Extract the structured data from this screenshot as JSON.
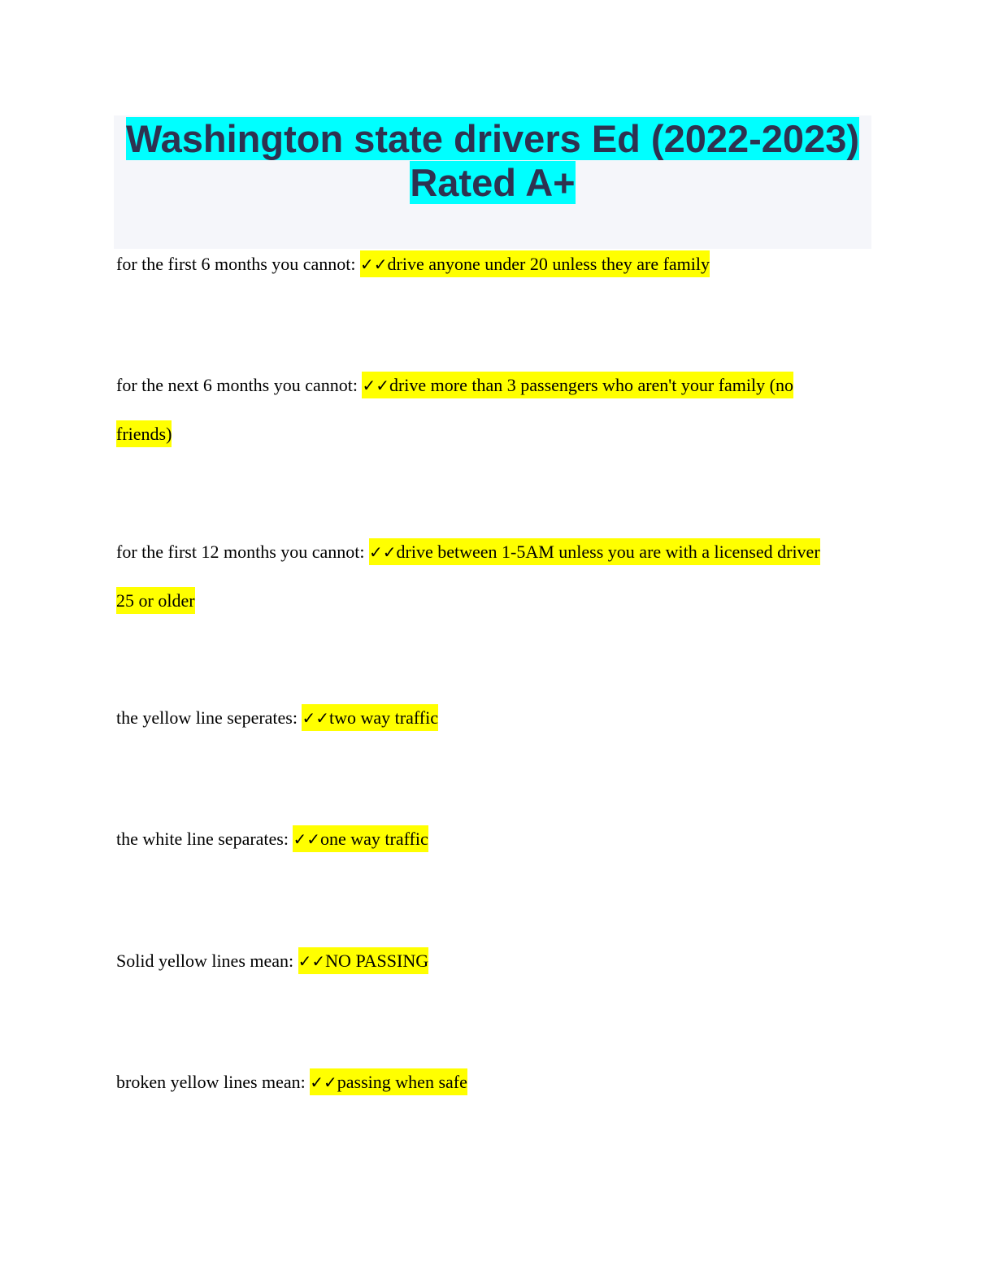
{
  "title": {
    "line1": "Washington state drivers Ed (2022-2023)",
    "line2": "Rated A+"
  },
  "check_icon": "✓✓",
  "items": [
    {
      "q": "for the first 6 months you cannot: ",
      "a": "drive anyone under 20 unless they are family"
    },
    {
      "q": "for the next 6 months you cannot: ",
      "a": "drive more than 3 passengers who aren't your family (no friends)"
    },
    {
      "q": "for the first 12 months you cannot: ",
      "a": "drive between 1-5AM unless you are with a licensed driver 25 or older"
    },
    {
      "q": "the yellow line seperates: ",
      "a": "two way traffic"
    },
    {
      "q": "the white line separates: ",
      "a": "one way traffic"
    },
    {
      "q": "Solid yellow lines mean: ",
      "a": "NO PASSING"
    },
    {
      "q": "broken yellow lines mean: ",
      "a": "passing when safe"
    }
  ],
  "colors": {
    "highlight": "#ffff00",
    "title_highlight": "#00ffff",
    "title_text": "#2e3250",
    "header_bg": "#f5f6fa"
  }
}
